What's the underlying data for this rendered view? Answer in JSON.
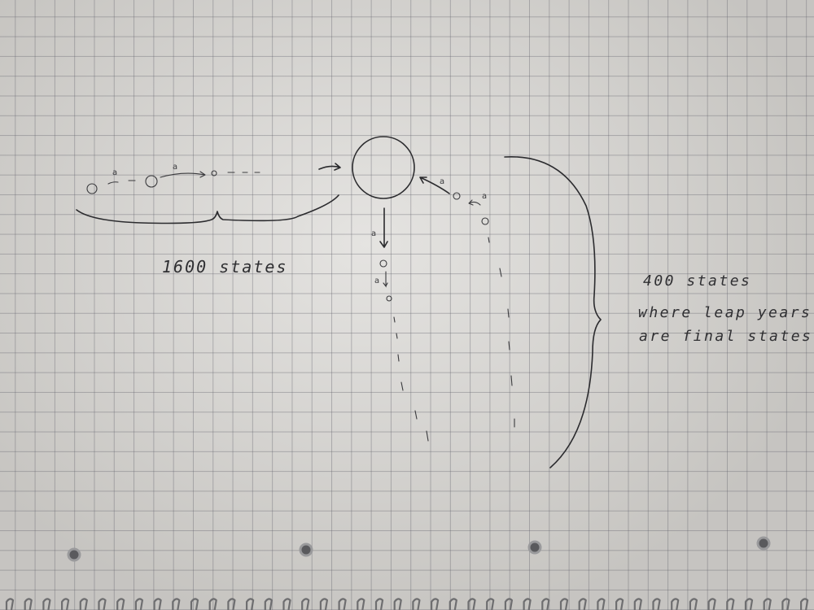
{
  "diagram": {
    "edge_labels": {
      "left_a": "a",
      "left_b": "a",
      "down_a": "a",
      "down_b": "a",
      "right_a": "a",
      "right_b": "a"
    },
    "label_left": "1600 states",
    "note": {
      "line1": "400 states",
      "line2": "where leap years",
      "line3": "are final states."
    }
  }
}
